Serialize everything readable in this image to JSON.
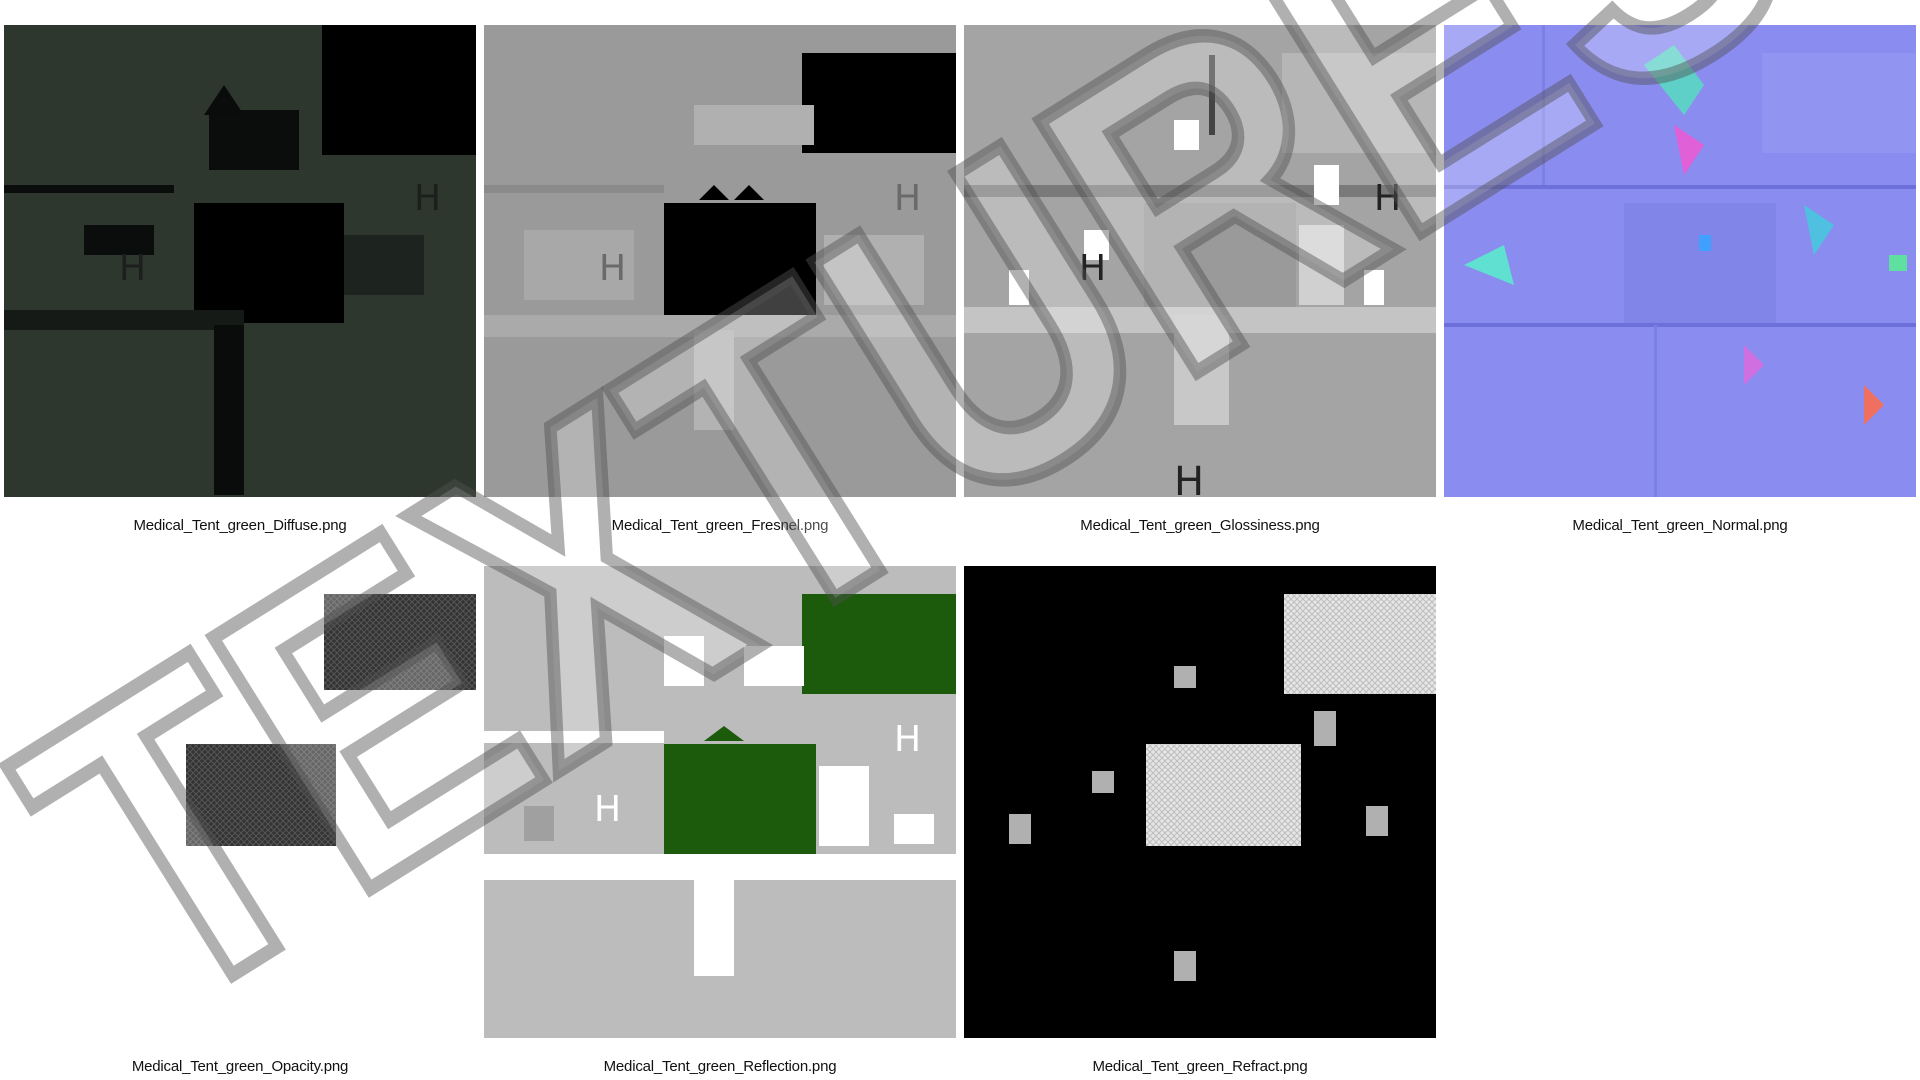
{
  "watermark": {
    "text": "TEXTURES"
  },
  "textures": [
    {
      "file": "Medical_Tent_green_Diffuse.png",
      "map": "diffuse"
    },
    {
      "file": "Medical_Tent_green_Fresnel.png",
      "map": "fresnel"
    },
    {
      "file": "Medical_Tent_green_Glossiness.png",
      "map": "glossiness"
    },
    {
      "file": "Medical_Tent_green_Normal.png",
      "map": "normal"
    },
    {
      "file": "Medical_Tent_green_Opacity.png",
      "map": "opacity"
    },
    {
      "file": "Medical_Tent_green_Reflection.png",
      "map": "reflection"
    },
    {
      "file": "Medical_Tent_green_Refract.png",
      "map": "refract"
    }
  ],
  "colors": {
    "diffuse_base": "#2e372e",
    "fresnel_base": "#9a9a9a",
    "gloss_base": "#a4a4a4",
    "normal_base": "#8a8cf0",
    "reflection_base": "#bcbcbc",
    "reflection_green": "#1c5a0c",
    "refract_base": "#000000"
  }
}
